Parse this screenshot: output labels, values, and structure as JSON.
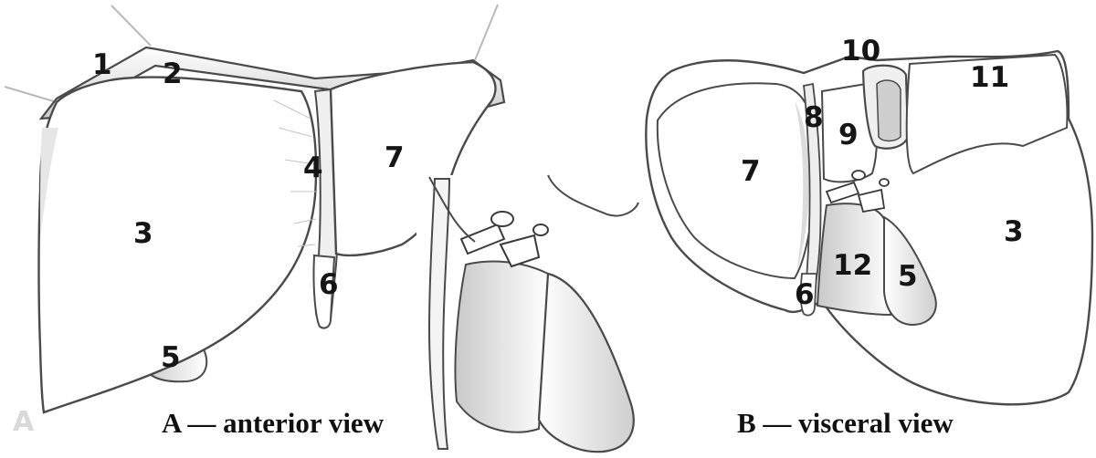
{
  "panel_a": {
    "corner_letter": "A",
    "caption": "A — anterior view",
    "labels": [
      "1",
      "2",
      "3",
      "4",
      "5",
      "6",
      "7"
    ]
  },
  "panel_b": {
    "caption": "B — visceral view",
    "labels": [
      "10",
      "11",
      "8",
      "9",
      "7",
      "3",
      "12",
      "5",
      "6"
    ]
  },
  "colors": {
    "outline": "#4a4a4a",
    "surface": "#ffffff",
    "shade": "#d4d4d4",
    "text": "#151515"
  }
}
